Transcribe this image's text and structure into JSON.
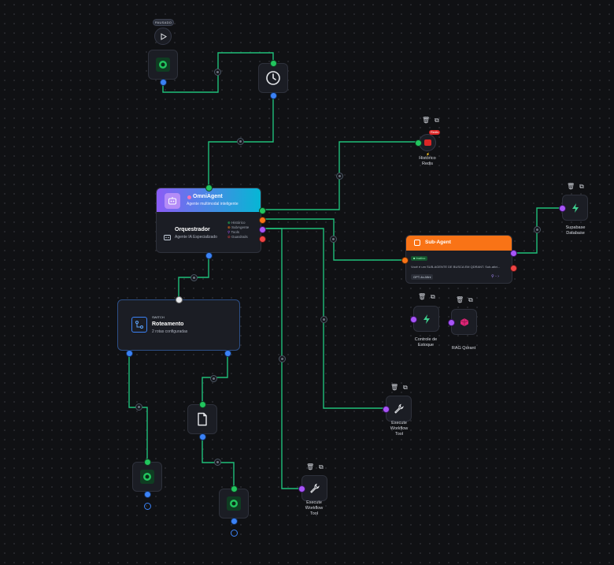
{
  "trigger": {
    "badge": "PAUSADO"
  },
  "omniagent": {
    "title": "OmniAgent",
    "subtitle": "Agente multimodal inteligente",
    "role_title": "Orquestrador",
    "role_subtitle": "Agente IA Especializado",
    "ports": [
      "Histórico",
      "SubAgente",
      "Tools",
      "Guardrails"
    ]
  },
  "switch": {
    "badge": "SWITCH",
    "title": "Roteamento",
    "subtitle": "2 rotas configuradas"
  },
  "historico": {
    "label_line1": "Histórico",
    "label_line2": "Redis",
    "badge": "Redis"
  },
  "subagent": {
    "title": "Sub-Agent",
    "status": "Inativo",
    "description": "Você é um SUB-AGENTE DE BUSCA EM QDRANT. Sub-ativi...",
    "model": "GPT-4o-Mini"
  },
  "supabase": {
    "label_line1": "Supabase",
    "label_line2": "Database"
  },
  "controle": {
    "label_line1": "Controle de",
    "label_line2": "Estoque"
  },
  "rag": {
    "label": "RAG Qdrant"
  },
  "exec1": {
    "label_line1": "Execute",
    "label_line2": "Workflow",
    "label_line3": "Tool"
  },
  "exec2": {
    "label_line1": "Execute",
    "label_line2": "Workflow",
    "label_line3": "Tool"
  },
  "colors": {
    "edge": "#1fbf7a",
    "accent_purple": "#8b5cf6",
    "accent_cyan": "#06b6d4",
    "accent_orange": "#f97316"
  }
}
